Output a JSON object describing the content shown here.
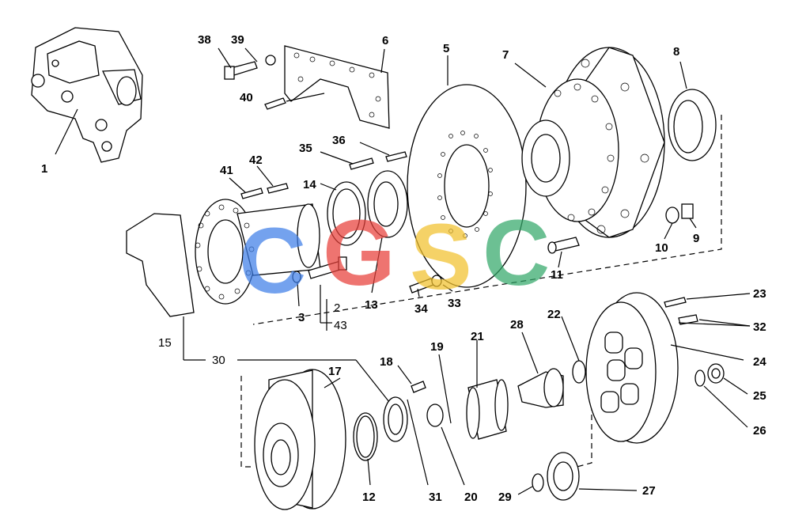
{
  "colors": {
    "watermark_blue": "#3f7fe8",
    "watermark_red": "#e8403a",
    "watermark_yellow": "#f2c12e",
    "watermark_green": "#34a86a"
  },
  "watermark": {
    "c1": "C",
    "g": "G",
    "s": "S",
    "c2": "C"
  },
  "labels": {
    "p1": "1",
    "p2": "2",
    "p3": "3",
    "p5": "5",
    "p6": "6",
    "p7": "7",
    "p8": "8",
    "p9": "9",
    "p10": "10",
    "p11": "11",
    "p12": "12",
    "p13": "13",
    "p14": "14",
    "p15": "15",
    "p17": "17",
    "p18": "18",
    "p19": "19",
    "p20": "20",
    "p21": "21",
    "p22": "22",
    "p23": "23",
    "p24": "24",
    "p25": "25",
    "p26": "26",
    "p27": "27",
    "p28": "28",
    "p29": "29",
    "p30": "30",
    "p31": "31",
    "p32": "32",
    "p33": "33",
    "p34": "34",
    "p35": "35",
    "p36": "36",
    "p38": "38",
    "p39": "39",
    "p40": "40",
    "p41": "41",
    "p42": "42",
    "p43": "43"
  }
}
